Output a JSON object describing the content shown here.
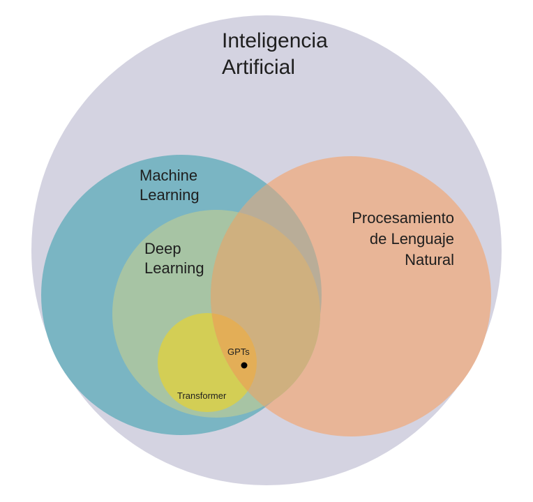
{
  "diagram": {
    "sets": {
      "ai": {
        "line1": "Inteligencia",
        "line2": "Artificial",
        "color": "#d4d3e1"
      },
      "ml": {
        "line1": "Machine",
        "line2": "Learning",
        "color": "#7ab5c3"
      },
      "nlp": {
        "line1": "Procesamiento",
        "line2": "de Lenguaje",
        "line3": "Natural",
        "color": "#e8b597"
      },
      "dl": {
        "line1": "Deep",
        "line2": "Learning",
        "color": "#a7c4a4"
      },
      "transformer": {
        "label": "Transformer",
        "color": "#d3ce55"
      }
    },
    "point": {
      "label": "GPTs",
      "color": "#000000"
    },
    "overlap_colors": {
      "ml_nlp": "#b9ad98",
      "dl_nlp": "#cfb07f",
      "transformer_nlp": "#e3ae57"
    }
  }
}
